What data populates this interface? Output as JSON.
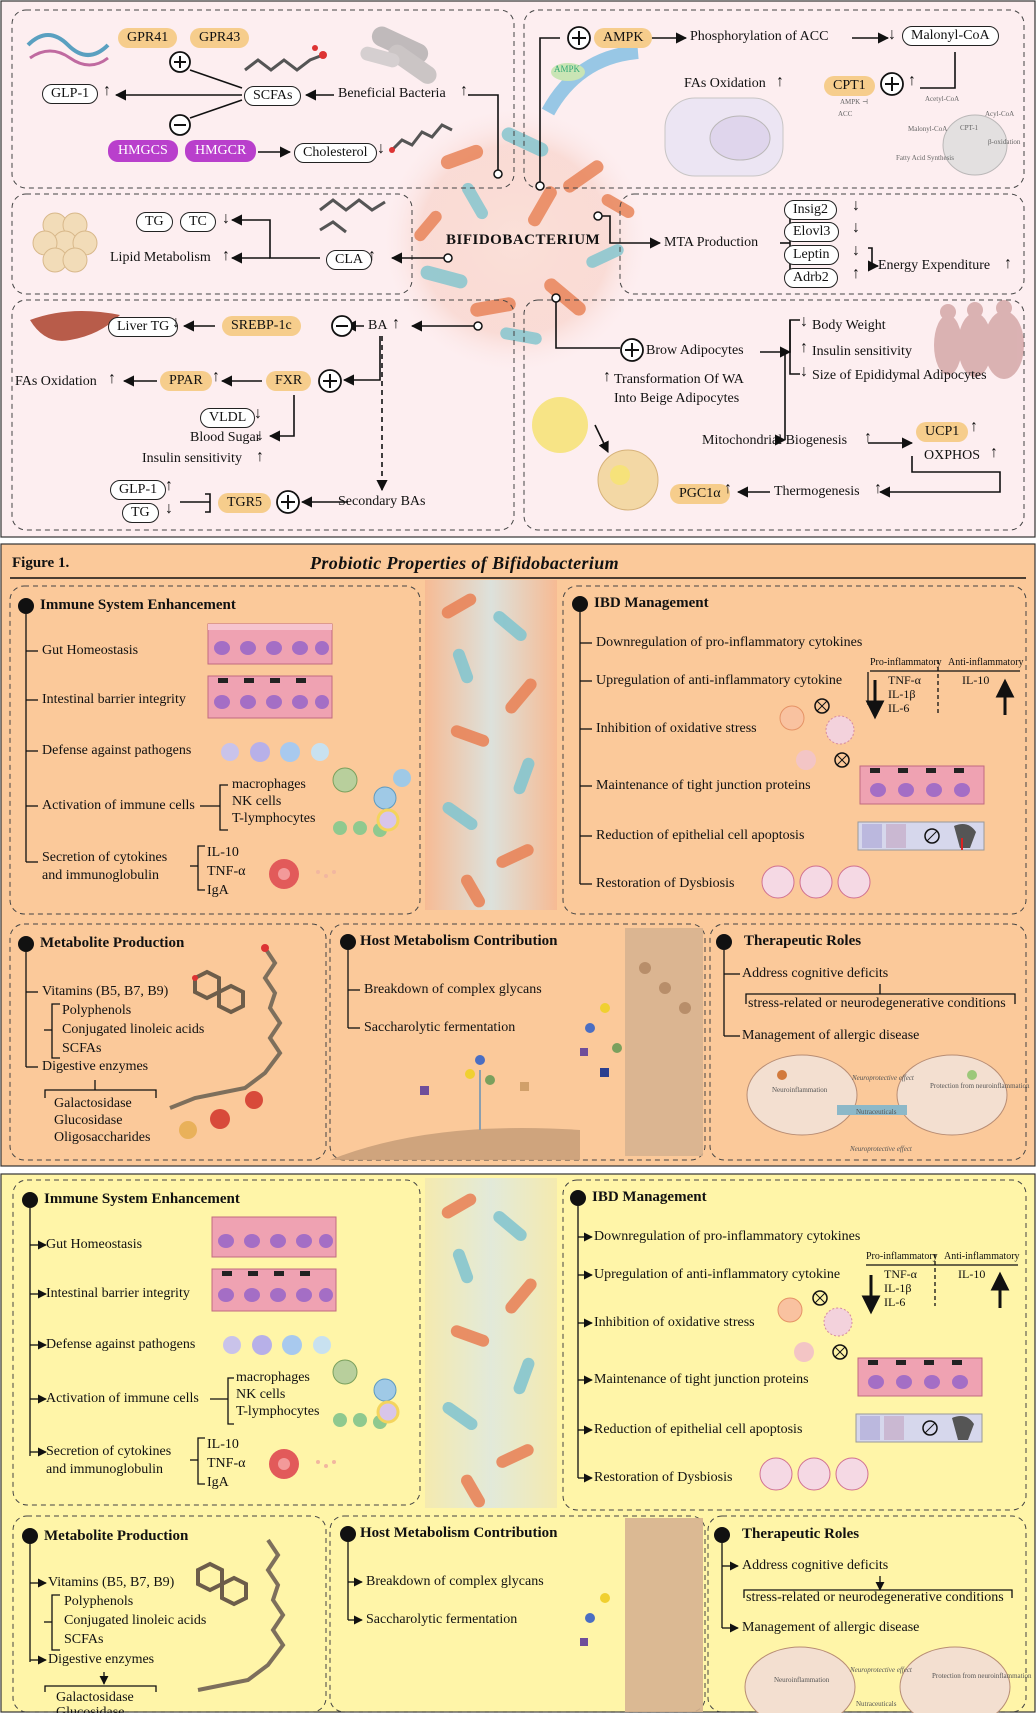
{
  "colors": {
    "top_bg": "#fdeef0",
    "mid_bg": "#fbc99a",
    "bottom_bg": "#fff5a8",
    "gold": "#f6cd8c",
    "purple": "#b93fcc",
    "orange_bact": "#e9855a",
    "blue_bact": "#86c6cf"
  },
  "center": {
    "label": "BIFIDOBACTERIUM"
  },
  "gut": {
    "gpr41": "GPR41",
    "gpr43": "GPR43",
    "glp1": "GLP-1",
    "scfas": "SCFAs",
    "beneficial": "Beneficial Bacteria",
    "hmgcs": "HMGCS",
    "hmgcr": "HMGCR",
    "cholesterol": "Cholesterol"
  },
  "ampk": {
    "ampk": "AMPK",
    "phos": "Phosphorylation of ACC",
    "malonyl": "Malonyl-CoA",
    "fas_ox": "FAs Oxidation",
    "cpt1": "CPT1",
    "inset": [
      "AMPK",
      "ACC",
      "Acetyl-CoA",
      "Malonyl-CoA",
      "CPT-1",
      "Acyl-CoA",
      "β-oxidation",
      "Fatty Acid Synthesis"
    ]
  },
  "lipid": {
    "tg": "TG",
    "tc": "TC",
    "lipid_metabolism": "Lipid Metabolism",
    "cla": "CLA"
  },
  "mta": {
    "mta": "MTA Production",
    "insig2": "Insig2",
    "elovl3": "Elovl3",
    "leptin": "Leptin",
    "adrb2": "Adrb2",
    "energy": "Energy Expenditure"
  },
  "ba": {
    "liver_tg": "Liver TG",
    "srebp": "SREBP-1c",
    "ba": "BA",
    "fas_ox": "FAs Oxidation",
    "ppar": "PPAR",
    "fxr": "FXR",
    "vldl": "VLDL",
    "blood_sugar": "Blood Sugar",
    "insulin": "Insulin sensitivity",
    "glp1": "GLP-1",
    "tg": "TG",
    "tgr5": "TGR5",
    "secondary": "Secondary BAs"
  },
  "brown": {
    "brow": "Brow Adipocytes",
    "body_weight": "Body Weight",
    "insulin": "Insulin sensitivity",
    "size": "Size of Epididymal Adipocytes",
    "transform1": "Transformation Of WA",
    "transform2": "Into Beige Adipocytes",
    "mito": "Mitochondrial Biogenesis",
    "ucp1": "UCP1",
    "oxphos": "OXPHOS",
    "thermo": "Thermogenesis",
    "pgc1a": "PGC1α"
  },
  "figure": {
    "label": "Figure 1.",
    "title": "Probiotic Properties of Bifidobacterium"
  },
  "immune": {
    "title": "Immune System Enhancement",
    "gut": "Gut Homeostasis",
    "barrier": "Intestinal barrier integrity",
    "defense": "Defense against pathogens",
    "activation": "Activation of immune cells",
    "cells": [
      "macrophages",
      "NK cells",
      "T-lymphocytes"
    ],
    "secretion1": "Secretion of cytokines",
    "secretion2": "and immunoglobulin",
    "cytokines": [
      "IL-10",
      "TNF-α",
      "IgA"
    ]
  },
  "ibd": {
    "title": "IBD Management",
    "down": "Downregulation of pro-inflammatory cytokines",
    "up": "Upregulation of anti-inflammatory cytokine",
    "oxid": "Inhibition of oxidative stress",
    "tight": "Maintenance of tight junction proteins",
    "apop": "Reduction of epithelial cell apoptosis",
    "dysb": "Restoration of Dysbiosis",
    "pro": "Pro-inflammatory",
    "anti": "Anti-inflammatory",
    "pro_list": [
      "TNF-α",
      "IL-1β",
      "IL-6"
    ],
    "anti_list": [
      "IL-10"
    ]
  },
  "metab": {
    "title": "Metabolite Production",
    "vitamins": "Vitamins (B5, B7, B9)",
    "items": [
      "Polyphenols",
      "Conjugated linoleic acids",
      "SCFAs"
    ],
    "digestive": "Digestive enzymes",
    "enzymes": [
      "Galactosidase",
      "Glucosidase",
      "Oligosaccharides"
    ]
  },
  "host": {
    "title": "Host Metabolism Contribution",
    "items": [
      "Breakdown of complex glycans",
      "Saccharolytic fermentation"
    ]
  },
  "ther": {
    "title": "Therapeutic Roles",
    "cog": "Address cognitive deficits",
    "stress": "stress-related or neurodegenerative conditions",
    "allergic": "Management of allergic disease",
    "brain": [
      "Neuroinflammation",
      "Neuroprotective effect",
      "Protection from neuroinflammation",
      "Nutraceuticals",
      "Neuroprotective effect"
    ]
  }
}
